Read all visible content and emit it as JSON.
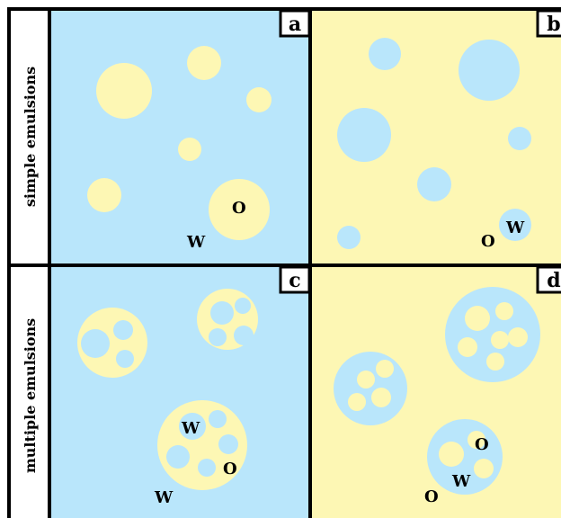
{
  "colors": {
    "water": "#b9e6fb",
    "oil": "#fdf7b4",
    "border": "#000000",
    "label_bg": "#ffffff"
  },
  "rows": [
    {
      "label": "simple emulsions"
    },
    {
      "label": "multiple emulsions"
    }
  ],
  "panels": [
    {
      "letter": "a",
      "background": "water",
      "droplet_color": "oil",
      "annotations": [
        {
          "text": "O",
          "color": "#000000"
        },
        {
          "text": "W",
          "color": "#000000"
        }
      ]
    },
    {
      "letter": "b",
      "background": "oil",
      "droplet_color": "water",
      "annotations": [
        {
          "text": "W",
          "color": "#000000"
        },
        {
          "text": "O",
          "color": "#000000"
        }
      ]
    },
    {
      "letter": "c",
      "background": "water",
      "droplet_color": "oil",
      "annotations": [
        {
          "text": "W",
          "color": "#000000"
        },
        {
          "text": "O",
          "color": "#000000"
        },
        {
          "text": "W",
          "color": "#000000"
        }
      ]
    },
    {
      "letter": "d",
      "background": "oil",
      "droplet_color": "water",
      "annotations": [
        {
          "text": "O",
          "color": "#000000"
        },
        {
          "text": "W",
          "color": "#000000"
        },
        {
          "text": "O",
          "color": "#000000"
        }
      ]
    }
  ]
}
